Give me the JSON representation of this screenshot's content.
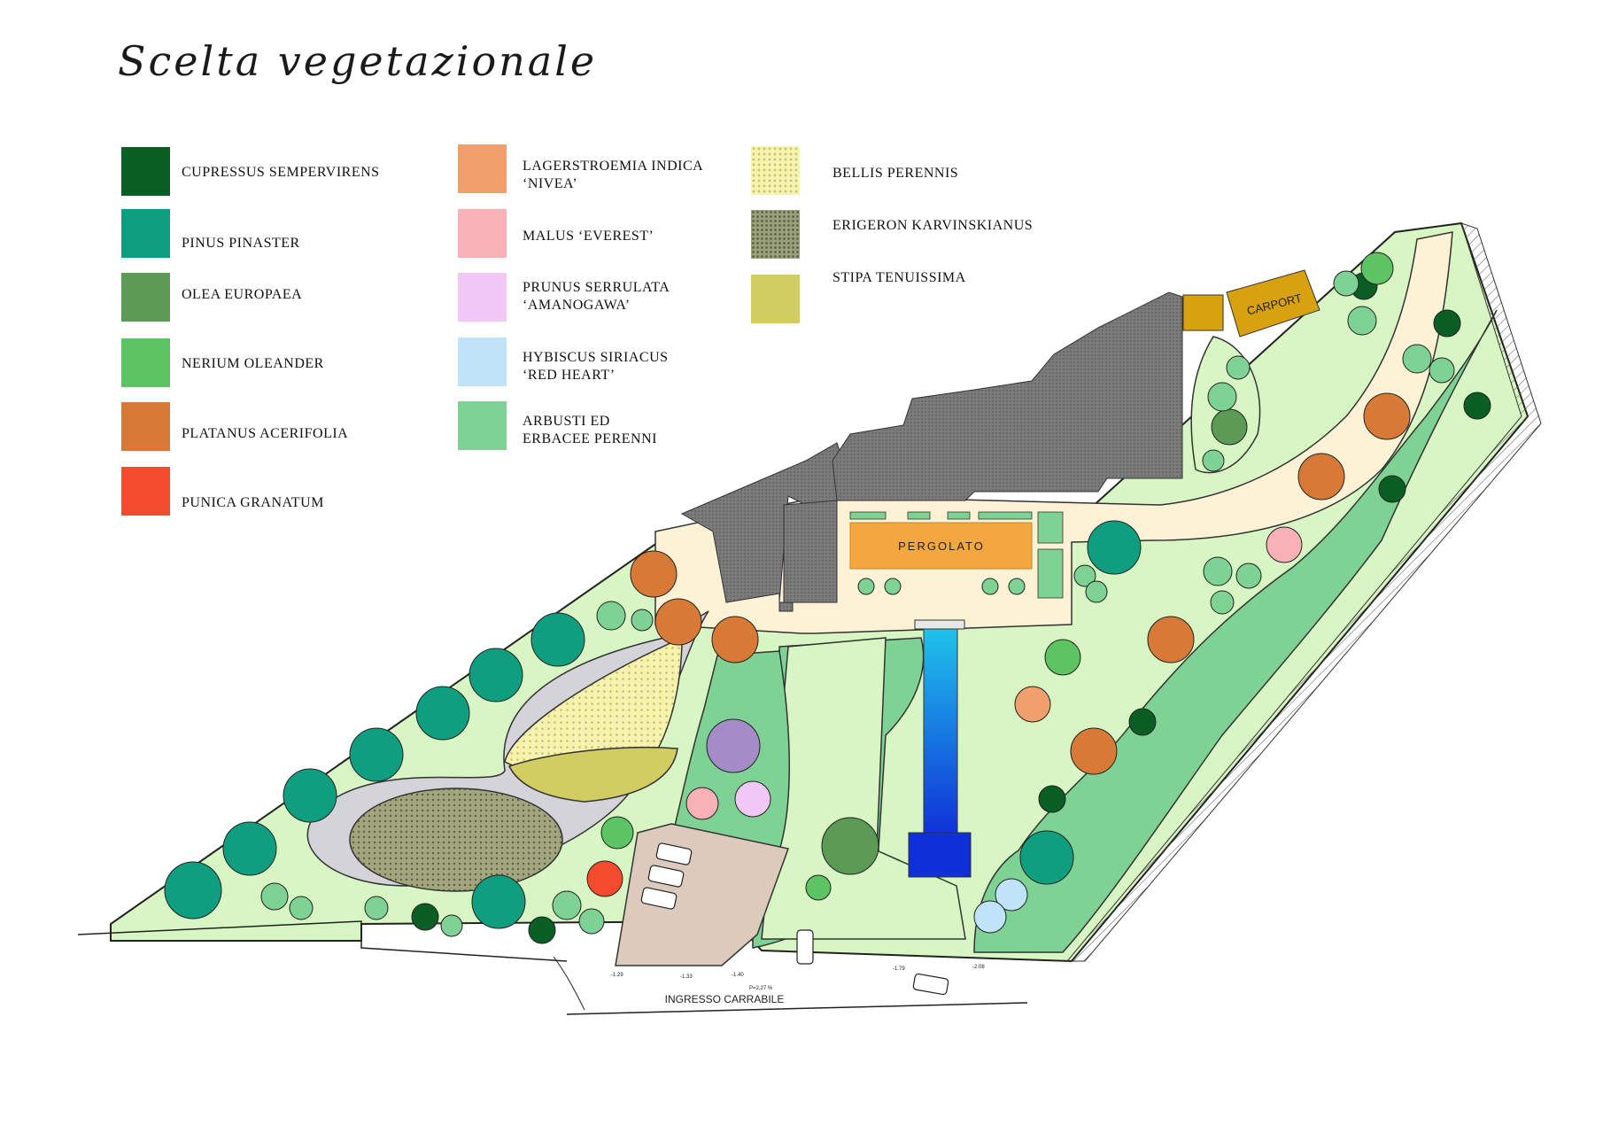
{
  "title": "Scelta vegetazionale",
  "colors": {
    "cupressus": "#0b5e23",
    "pinus": "#0f9e80",
    "olea": "#5c9b55",
    "nerium": "#5dc463",
    "platanus": "#d87a37",
    "punica": "#f44a2e",
    "lagerstroemia": "#f1a06d",
    "malus": "#f8b2b7",
    "prunus": "#f1c8f6",
    "hybiscus": "#bfe3f9",
    "arbusti": "#7dd294",
    "bellis": "#f6f3b0",
    "erigeron": "#9aa07a",
    "stipa": "#d2cd63",
    "lawn": "#d8f5c4",
    "path": "#fdf2d6",
    "roof": "#7a7a7a",
    "pergola": "#f4a63f",
    "carport": "#d8a110",
    "paving": "#dccbbd",
    "gravel": "#d4d3d9"
  },
  "legend": [
    {
      "key": "cupressus",
      "lines": [
        "CUPRESSUS SEMPERVIRENS"
      ]
    },
    {
      "key": "pinus",
      "lines": [
        "PINUS PINASTER"
      ]
    },
    {
      "key": "olea",
      "lines": [
        "OLEA EUROPAEA"
      ]
    },
    {
      "key": "nerium",
      "lines": [
        "NERIUM OLEANDER"
      ]
    },
    {
      "key": "platanus",
      "lines": [
        "PLATANUS ACERIFOLIA"
      ]
    },
    {
      "key": "punica",
      "lines": [
        "PUNICA GRANATUM"
      ]
    },
    {
      "key": "lagerstroemia",
      "lines": [
        "LAGERSTROEMIA INDICA",
        "‘NIVEA’"
      ]
    },
    {
      "key": "malus",
      "lines": [
        "MALUS ‘EVEREST’"
      ]
    },
    {
      "key": "prunus",
      "lines": [
        "PRUNUS SERRULATA",
        "‘AMANOGAWA’"
      ]
    },
    {
      "key": "hybiscus",
      "lines": [
        "HYBISCUS SIRIACUS",
        "‘RED HEART’"
      ]
    },
    {
      "key": "arbusti",
      "lines": [
        "ARBUSTI ED",
        "ERBACEE PERENNI"
      ]
    },
    {
      "key": "bellis",
      "lines": [
        "BELLIS PERENNIS"
      ]
    },
    {
      "key": "erigeron",
      "lines": [
        "ERIGERON KARVINSKIANUS"
      ]
    },
    {
      "key": "stipa",
      "lines": [
        "STIPA TENUISSIMA"
      ]
    }
  ],
  "plan": {
    "carport_label": "CARPORT",
    "pergola_label": "PERGOLATO",
    "entrance_label": "INGRESSO  CARRABILE",
    "levels": [
      "-1.29",
      "-1.33",
      "-1.40",
      "P=2,27 %",
      "-1.79",
      "-2.08"
    ]
  }
}
